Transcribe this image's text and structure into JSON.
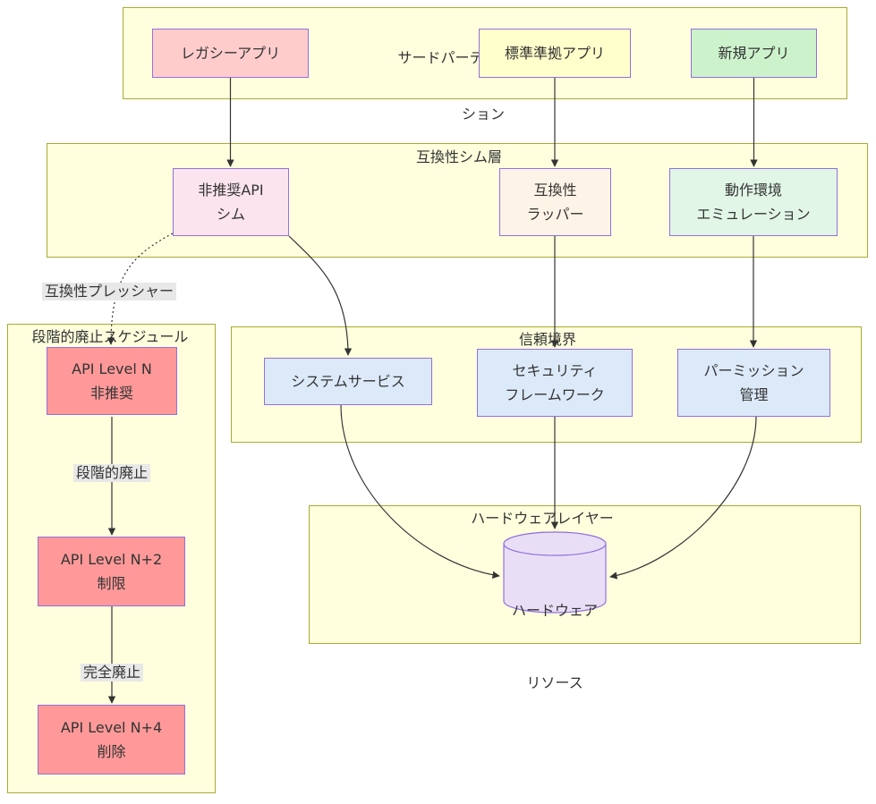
{
  "diagram": {
    "clusters": {
      "third_party": {
        "lines": [
          "サードパーティアプリケー",
          "ション"
        ]
      },
      "shim_layer": {
        "title": "互換性シム層"
      },
      "deprecation_schedule": {
        "title": "段階的廃止スケジュール"
      },
      "trust_boundary": {
        "title": "信頼境界"
      },
      "hardware_layer": {
        "title": "ハードウェアレイヤー"
      }
    },
    "nodes": {
      "legacy_app": {
        "lines": [
          "レガシーアプリ"
        ],
        "fill": "#ffcccc"
      },
      "standard_app": {
        "lines": [
          "標準準拠アプリ"
        ],
        "fill": "#ffffcc"
      },
      "new_app": {
        "lines": [
          "新規アプリ"
        ],
        "fill": "#ccf2cc"
      },
      "deprecated_api_shim": {
        "lines": [
          "非推奨API",
          "シム"
        ],
        "fill": "#fbe4ee"
      },
      "compat_wrapper": {
        "lines": [
          "互換性",
          "ラッパー"
        ],
        "fill": "#fdf3e6"
      },
      "env_emulation": {
        "lines": [
          "動作環境",
          "エミュレーション"
        ],
        "fill": "#e1f6e7"
      },
      "system_services": {
        "lines": [
          "システムサービス"
        ],
        "fill": "#dce9f9"
      },
      "security_framework": {
        "lines": [
          "セキュリティ",
          "フレームワーク"
        ],
        "fill": "#dce9f9"
      },
      "permission_mgmt": {
        "lines": [
          "パーミッション",
          "管理"
        ],
        "fill": "#dce9f9"
      },
      "api_level_n": {
        "lines": [
          "API Level N",
          "非推奨"
        ],
        "fill": "#ff9999"
      },
      "api_level_n2": {
        "lines": [
          "API Level N+2",
          "制限"
        ],
        "fill": "#ff9999"
      },
      "api_level_n4": {
        "lines": [
          "API Level N+4",
          "削除"
        ],
        "fill": "#ff9999"
      },
      "hardware_resources": {
        "lines": [
          "ハードウェア",
          "リソース"
        ],
        "fill": "#e8dff7"
      }
    },
    "edge_labels": {
      "compat_pressure": "互換性プレッシャー",
      "phased_deprecation": "段階的廃止",
      "complete_removal": "完全廃止"
    },
    "edges": [
      {
        "from": "legacy_app",
        "to": "deprecated_api_shim",
        "style": "solid"
      },
      {
        "from": "standard_app",
        "to": "compat_wrapper",
        "style": "solid"
      },
      {
        "from": "new_app",
        "to": "env_emulation",
        "style": "solid"
      },
      {
        "from": "deprecated_api_shim",
        "to": "system_services",
        "style": "solid"
      },
      {
        "from": "compat_wrapper",
        "to": "security_framework",
        "style": "solid"
      },
      {
        "from": "env_emulation",
        "to": "permission_mgmt",
        "style": "solid"
      },
      {
        "from": "deprecated_api_shim",
        "to": "api_level_n",
        "style": "dotted",
        "label": "互換性プレッシャー"
      },
      {
        "from": "api_level_n",
        "to": "api_level_n2",
        "style": "solid",
        "label": "段階的廃止"
      },
      {
        "from": "api_level_n2",
        "to": "api_level_n4",
        "style": "solid",
        "label": "完全廃止"
      },
      {
        "from": "system_services",
        "to": "hardware_resources",
        "style": "solid"
      },
      {
        "from": "security_framework",
        "to": "hardware_resources",
        "style": "solid"
      },
      {
        "from": "permission_mgmt",
        "to": "hardware_resources",
        "style": "solid"
      }
    ],
    "colors": {
      "cluster_fill": "#ffffde",
      "cluster_border": "#aaaa33",
      "node_border": "#9370db",
      "edge": "#333333",
      "edge_label_bg": "#e8e8e8",
      "text": "#333333"
    }
  }
}
